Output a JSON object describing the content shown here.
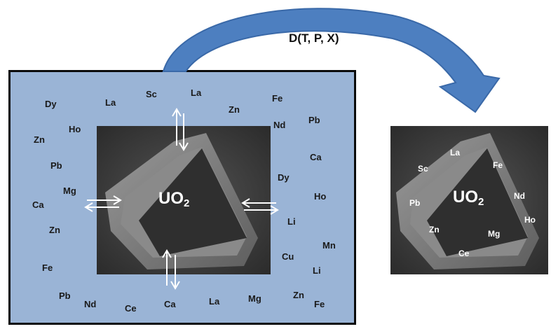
{
  "diagram": {
    "partition_label": "D(T, P, X)",
    "crystal_label_main": "UO",
    "crystal_label_sub": "2",
    "colors": {
      "melt_fill": "#9ab4d6",
      "arc_fill": "#4d7fc0",
      "crystal_dark": "#2e2e2e",
      "crystal_bg": "#3a3a3a"
    },
    "melt_elements": [
      "Dy",
      "La",
      "Sc",
      "La",
      "Fe",
      "Zn",
      "Pb",
      "Nd",
      "Ho",
      "Zn",
      "Pb",
      "Ca",
      "Mg",
      "Dy",
      "Ca",
      "Ho",
      "Zn",
      "Li",
      "Mn",
      "Cu",
      "Fe",
      "Li",
      "Pb",
      "Nd",
      "Ce",
      "Ca",
      "La",
      "Mg",
      "Zn",
      "Fe"
    ],
    "crystal_elements": [
      "La",
      "Sc",
      "Fe",
      "Nd",
      "Pb",
      "Ho",
      "Zn",
      "Mg",
      "Ce"
    ]
  }
}
